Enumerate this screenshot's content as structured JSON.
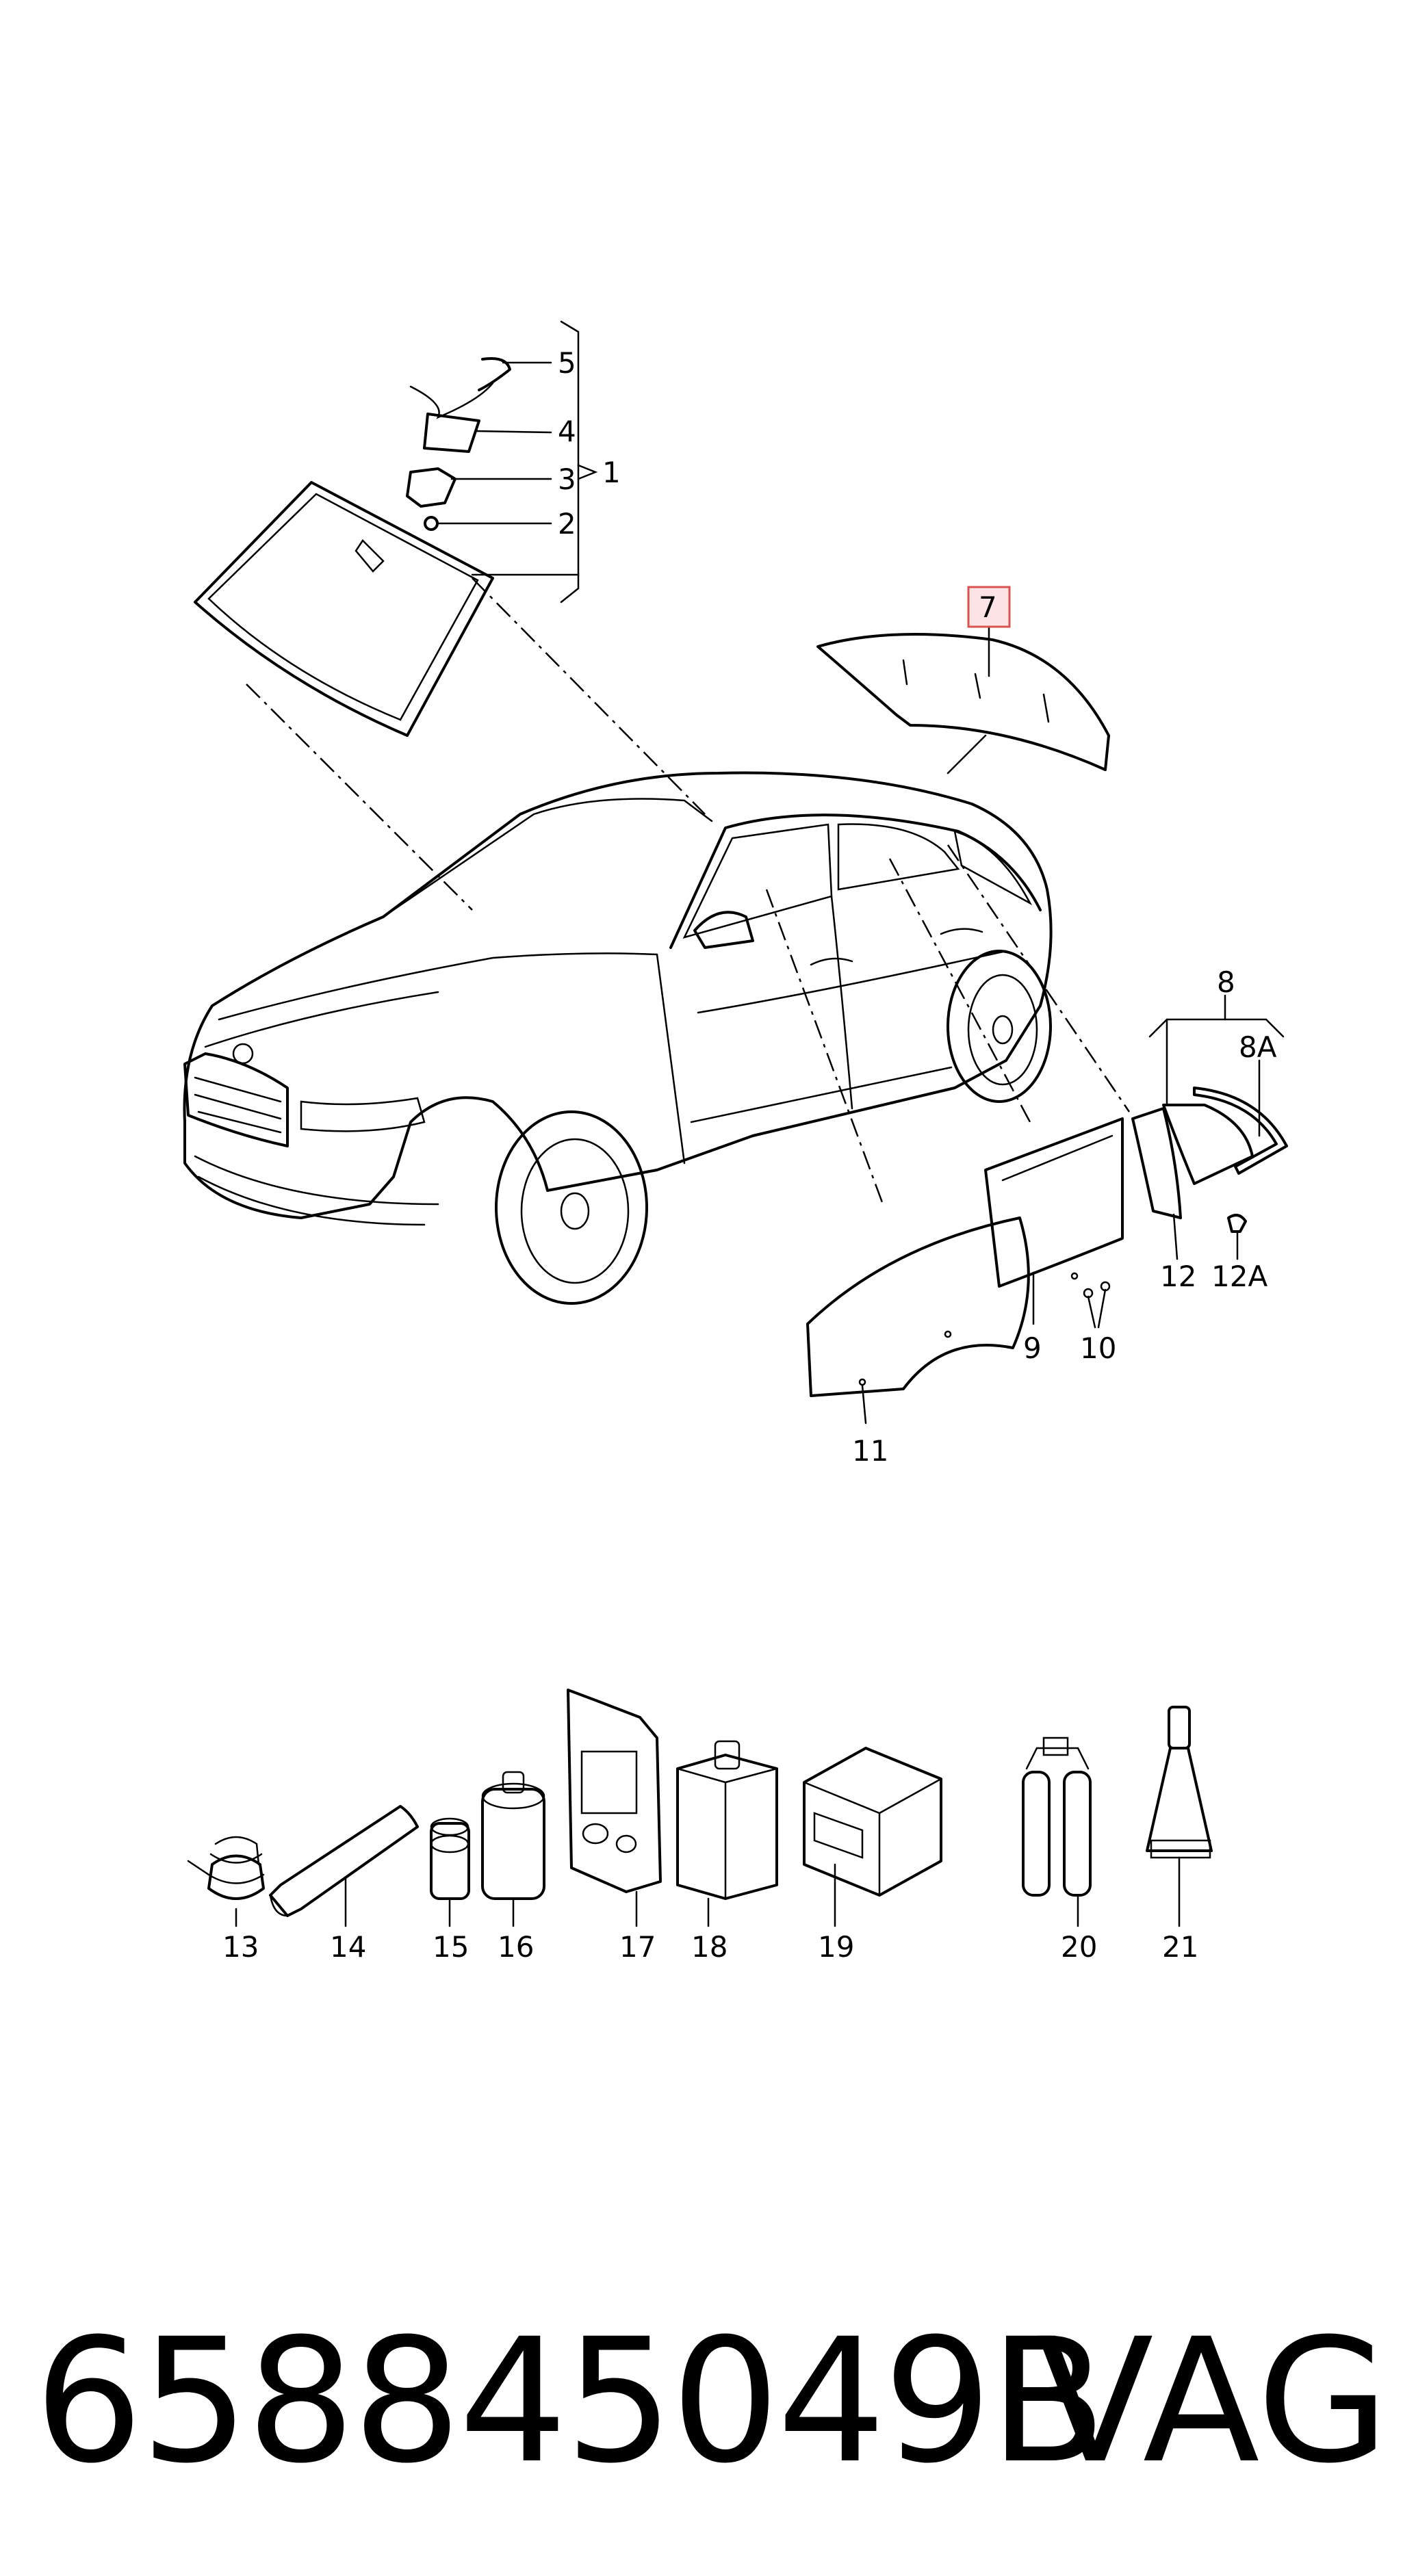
{
  "callouts": {
    "c1": "1",
    "c2": "2",
    "c3": "3",
    "c4": "4",
    "c5": "5",
    "c7": "7",
    "c8": "8",
    "c8a": "8A",
    "c9": "9",
    "c10": "10",
    "c11": "11",
    "c12": "12",
    "c12a": "12A",
    "c13": "13",
    "c14": "14",
    "c15": "15",
    "c16": "16",
    "c17": "17",
    "c18": "18",
    "c19": "19",
    "c20": "20",
    "c21": "21"
  },
  "highlighted_callout": "7",
  "colors": {
    "highlight_fill": "#fbe3e6",
    "highlight_border": "#d9534f",
    "line": "#000000"
  },
  "footer": {
    "part_number": "658845049B",
    "brand": "VAG"
  }
}
